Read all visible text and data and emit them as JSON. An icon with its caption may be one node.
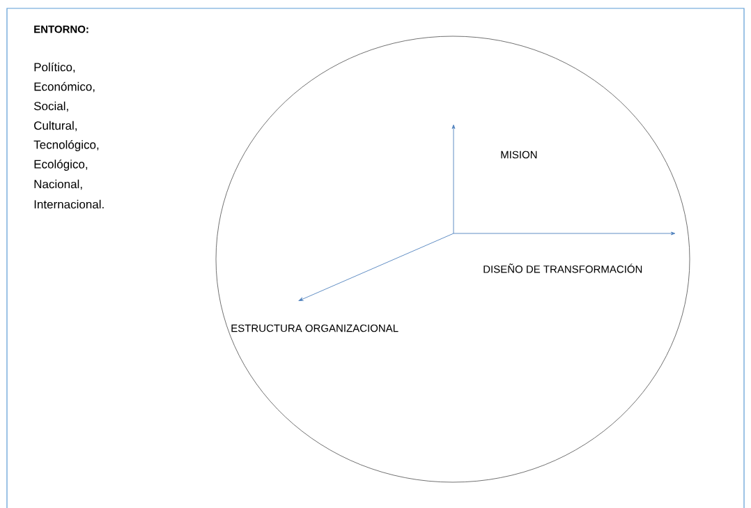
{
  "diagram": {
    "nodes": [
      {
        "text": [
          "MISION",
          "DISEÑO DE TRANSFORMACIÓN",
          "ESTRUCTURA ORGANIZACIONAL"
        ]
      }
    ],
    "labels": [
      "ENTORNO:",
      "Político,",
      "Económico,",
      "Social,",
      "Cultural,",
      "Tecnológico,",
      "Ecológico,",
      "Nacional,",
      "Internacional."
    ]
  }
}
